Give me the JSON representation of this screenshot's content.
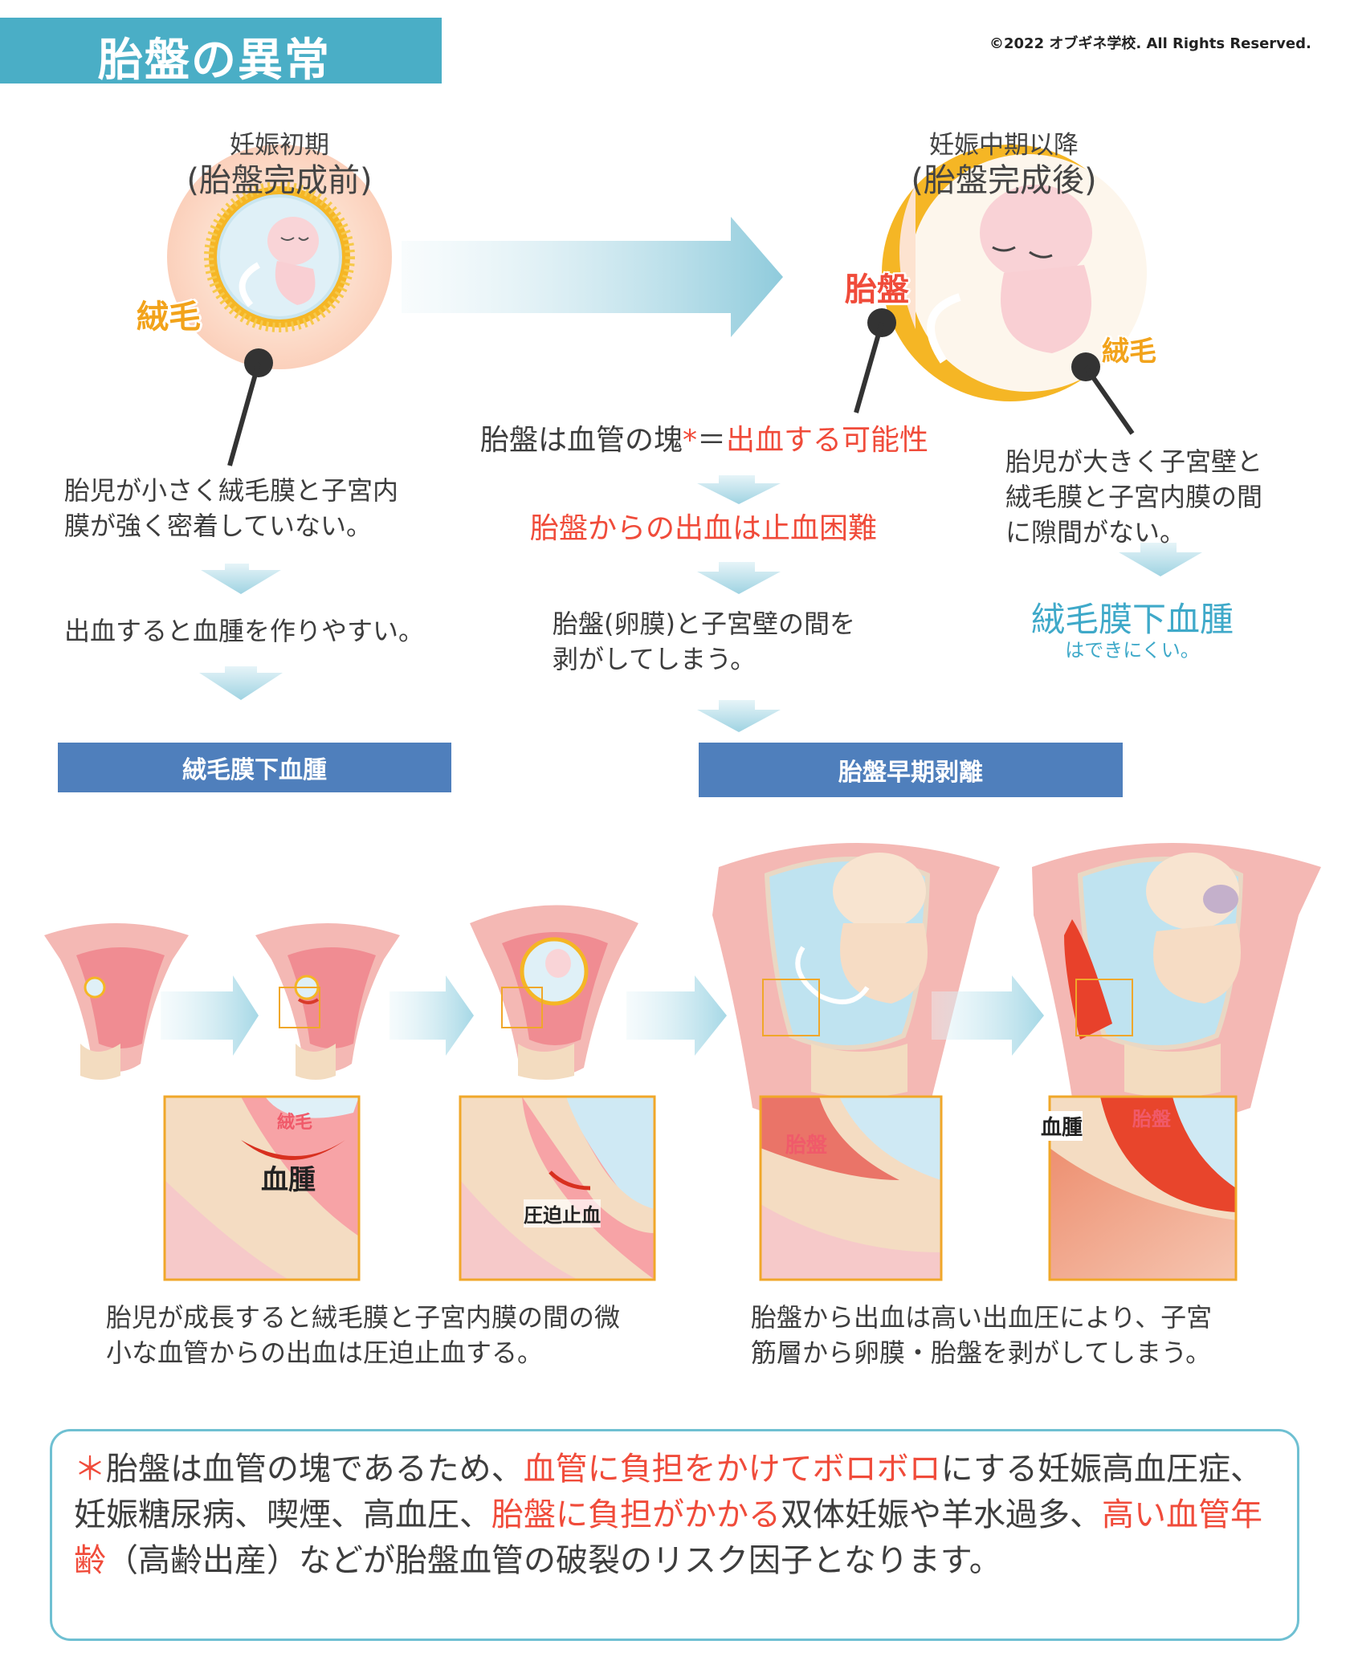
{
  "header": {
    "title": "胎盤の異常",
    "copyright": "©2022 オブギネ学校. All Rights Reserved."
  },
  "early": {
    "title_line1": "妊娠初期",
    "title_line2": "(胎盤完成前)",
    "villi_label": "絨毛",
    "desc_line1": "胎児が小さく絨毛膜と子宮内",
    "desc_line2": "膜が強く密着していない。",
    "step2": "出血すると血腫を作りやすい。",
    "result": "絨毛膜下血腫"
  },
  "late": {
    "title_line1": "妊娠中期以降",
    "title_line2": "(胎盤完成後)",
    "placenta_label": "胎盤",
    "villi_label": "絨毛",
    "desc_line1": "胎児が大きく子宮壁と",
    "desc_line2": "絨毛膜と子宮内膜の間",
    "desc_line3": "に隙間がない。",
    "result_main": "絨毛膜下血腫",
    "result_sub": "はできにくい。"
  },
  "middle": {
    "line1_a": "胎盤は血管の塊",
    "line1_star": "*",
    "line1_eq": "＝",
    "line1_b": "出血する可能性",
    "line2": "胎盤からの出血は止血困難",
    "line3a": "胎盤(卵膜)と子宮壁の間を",
    "line3b": "剥がしてしまう。",
    "result": "胎盤早期剥離"
  },
  "diagram_labels": {
    "villi": "絨毛",
    "hematoma": "血腫",
    "compression": "圧迫止血",
    "placenta": "胎盤",
    "hematoma2": "血腫",
    "placenta2": "胎盤"
  },
  "captions": {
    "left_line1": "胎児が成長すると絨毛膜と子宮内膜の間の微",
    "left_line2": "小な血管からの出血は圧迫止血する。",
    "right_line1": "胎盤から出血は高い出血圧により、子宮",
    "right_line2": "筋層から卵膜・胎盤を剥がしてしまう。"
  },
  "note": {
    "star": "＊",
    "p1": "胎盤は血管の塊であるため、",
    "h1": "血管に負担をかけてボロボロ",
    "p2": "にする妊娠高血圧症、妊娠糖尿病、喫煙、高血圧、",
    "h2": "胎盤に負担がかかる",
    "p3": "双体妊娠や羊水過多、",
    "h3": "高い血管年齢",
    "p4": "（高齢出産）などが胎盤血管の破裂のリスク因子となります。"
  },
  "colors": {
    "title_bg": "#4aaec6",
    "bar_blue": "#4f7fbc",
    "red": "#f04b3a",
    "teal": "#3fa9c9",
    "orange": "#f2a31b"
  }
}
